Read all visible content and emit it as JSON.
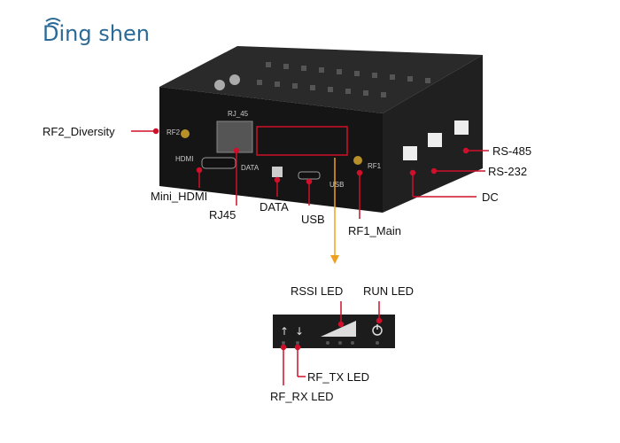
{
  "logo": {
    "text": "Ding shen",
    "color": "#2b6a96"
  },
  "device_markings": {
    "rj45": "RJ_45",
    "rf2": "RF2",
    "hdmi": "HDMI",
    "data": "DATA",
    "usb": "USB",
    "rf1": "RF1"
  },
  "callouts": {
    "rf2_diversity": "RF2_Diversity",
    "mini_hdmi": "Mini_HDMI",
    "rj45": "RJ45",
    "data": "DATA",
    "usb": "USB",
    "rf1_main": "RF1_Main",
    "dc": "DC",
    "rs232": "RS-232",
    "rs485": "RS-485"
  },
  "led_panel": {
    "rssi": "RSSI LED",
    "run": "RUN LED",
    "rf_tx": "RF_TX LED",
    "rf_rx": "RF_RX LED"
  },
  "colors": {
    "callout": "#d0102a",
    "arrow": "#f0a020",
    "device": "#1a1a1a"
  }
}
